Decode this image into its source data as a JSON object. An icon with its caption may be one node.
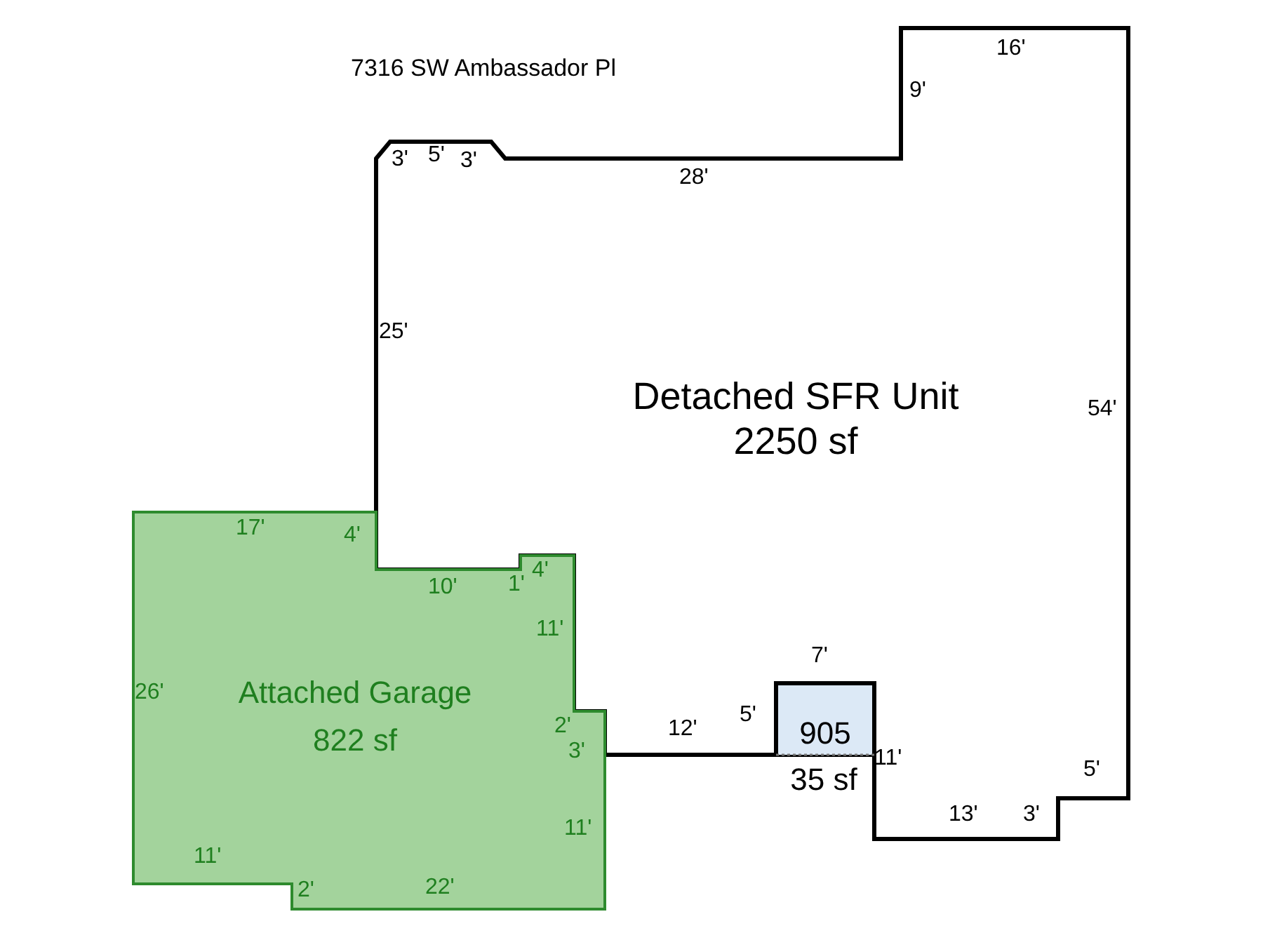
{
  "diagram": {
    "title": "7316 SW Ambassador Pl",
    "nodes": [
      {
        "text": [
          "Detached SFR Unit",
          "2250 sf"
        ]
      },
      {
        "text": [
          "Attached Garage",
          "822 sf"
        ]
      },
      {
        "text": [
          "905"
        ],
        "beside": [
          "35 sf"
        ],
        "in": 0
      }
    ],
    "labels": [
      "16'",
      "9'",
      "5'",
      "3'",
      "3'",
      "28'",
      "25'",
      "54'",
      "17'",
      "4'",
      "4'",
      "1'",
      "10'",
      "11'",
      "7'",
      "26'",
      "5'",
      "2'",
      "12'",
      "3'",
      "11'",
      "5'",
      "13'",
      "3'",
      "11'",
      "11'",
      "22'",
      "2'"
    ]
  }
}
